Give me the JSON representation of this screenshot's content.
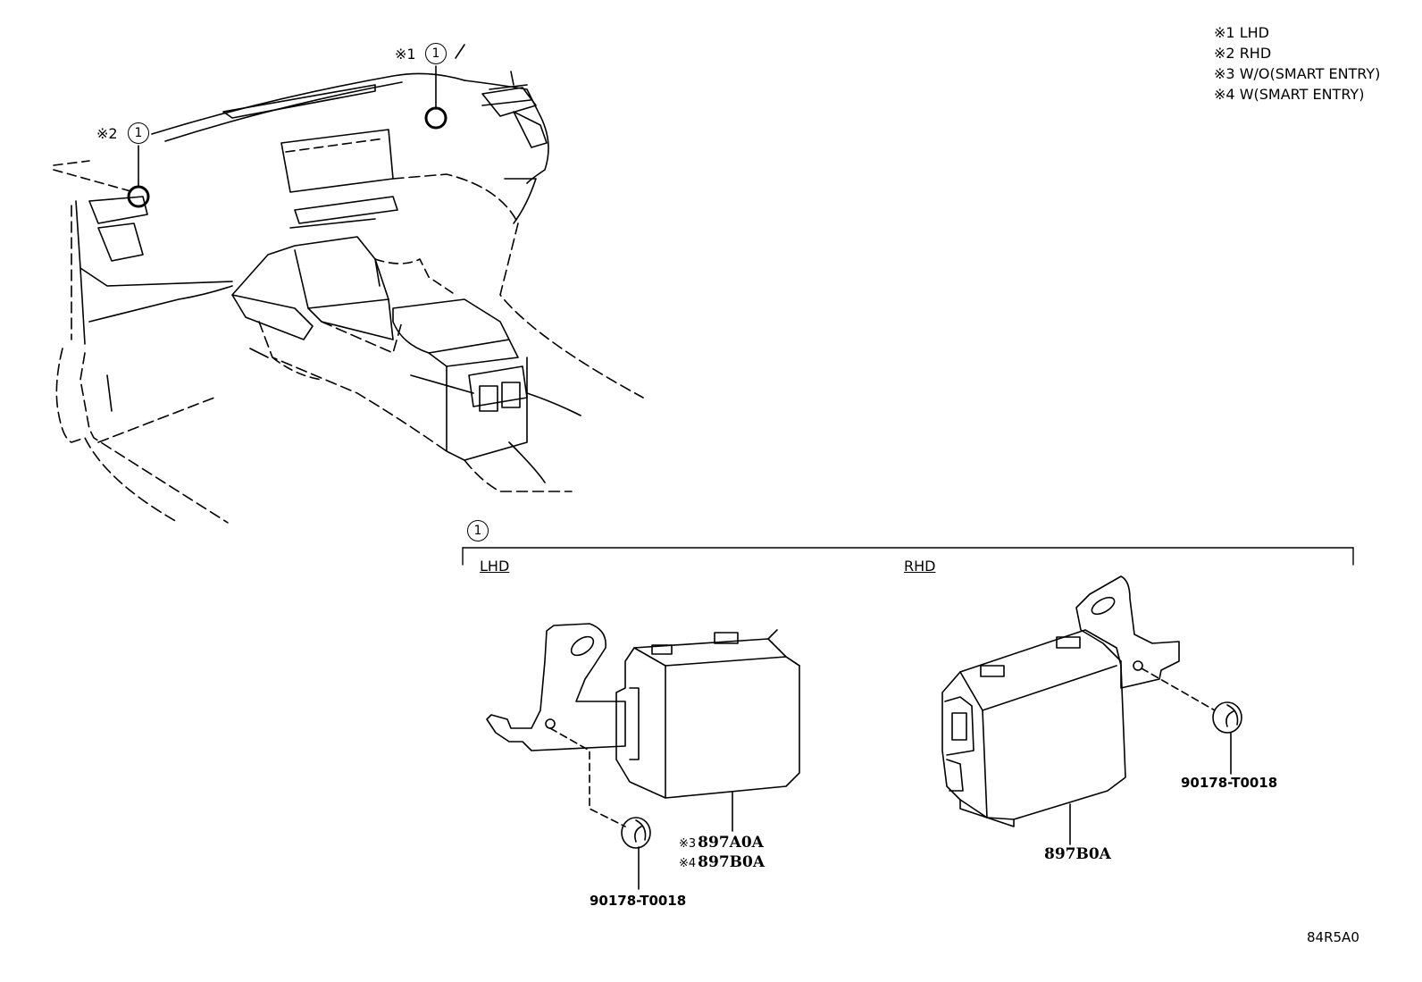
{
  "legend": [
    {
      "mark": "※1",
      "text": "LHD"
    },
    {
      "mark": "※2",
      "text": "RHD"
    },
    {
      "mark": "※3",
      "text": "W/O(SMART ENTRY)"
    },
    {
      "mark": "※4",
      "text": "W(SMART ENTRY)"
    }
  ],
  "location_callouts": [
    {
      "mark": "※1",
      "ref": "1"
    },
    {
      "mark": "※2",
      "ref": "1"
    }
  ],
  "detail": {
    "ref": "1",
    "lhd_label": "LHD",
    "rhd_label": "RHD"
  },
  "parts": {
    "lhd_unit_variant_3": {
      "mark": "※3",
      "number": "897A0A"
    },
    "lhd_unit_variant_4": {
      "mark": "※4",
      "number": "897B0A"
    },
    "lhd_clip": "90178-T0018",
    "rhd_unit": "897B0A",
    "rhd_clip": "90178-T0018"
  },
  "illustration_code": "84R5A0"
}
